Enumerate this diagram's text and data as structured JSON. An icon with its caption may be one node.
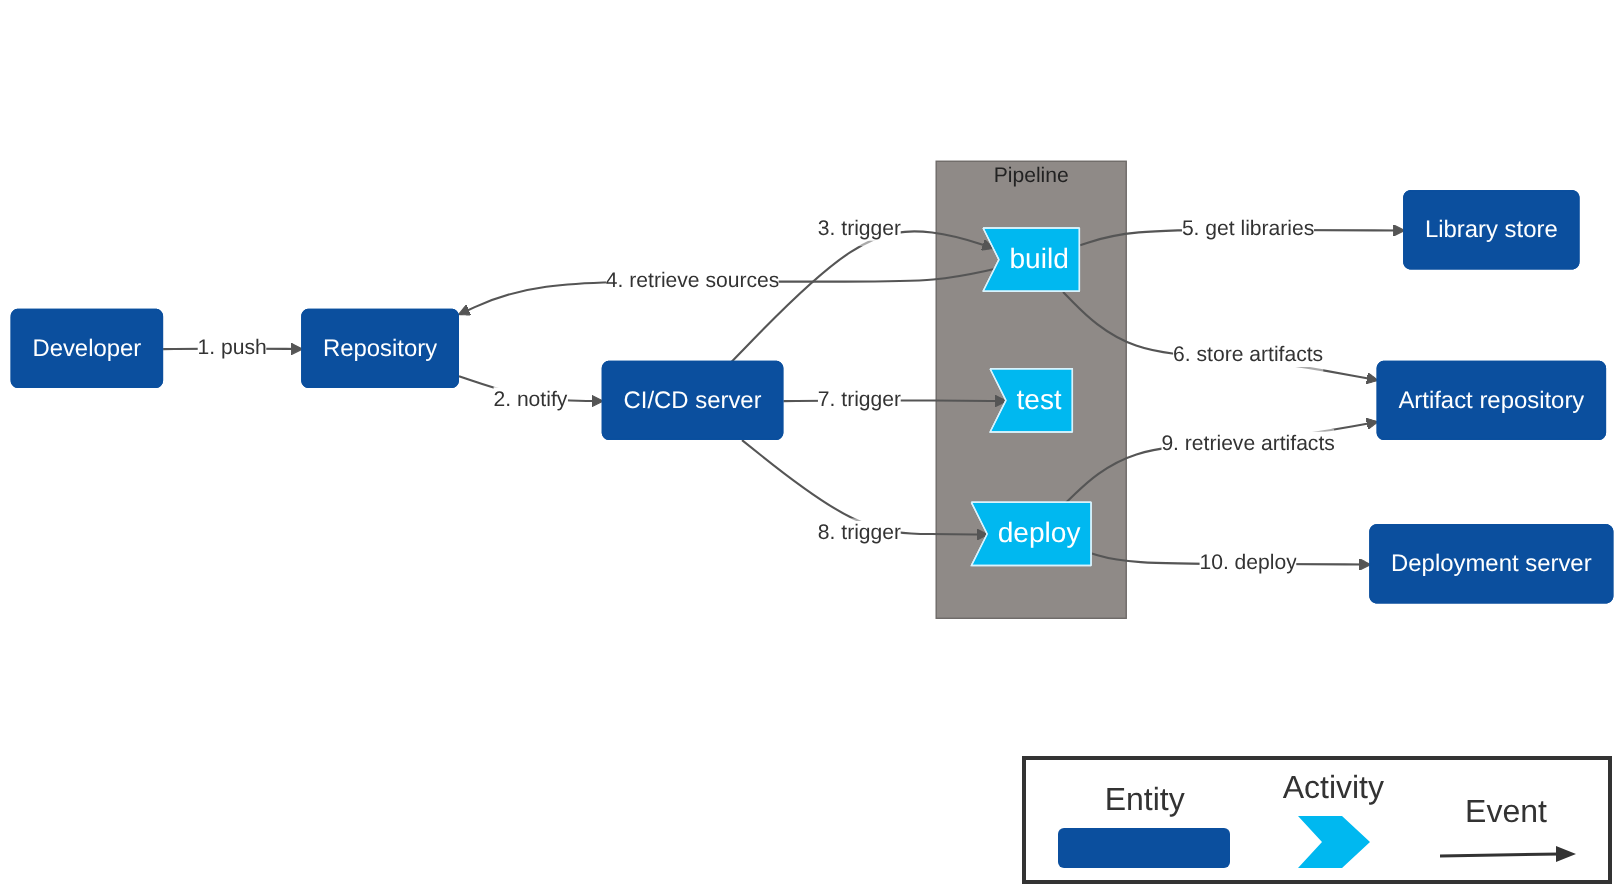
{
  "diagram": {
    "nodes": [
      {
        "text": [
          "Developer"
        ]
      },
      {
        "text": [
          "Repository"
        ]
      },
      {
        "text": [
          "CI/CD server"
        ]
      },
      {
        "text": [
          "Pipeline"
        ]
      },
      {
        "text": [
          "build"
        ],
        "in": 3
      },
      {
        "text": [
          "test"
        ],
        "in": 3
      },
      {
        "text": [
          "deploy"
        ],
        "in": 3
      },
      {
        "text": [
          "Library store"
        ]
      },
      {
        "text": [
          "Artifact repository"
        ]
      },
      {
        "text": [
          "Deployment server"
        ]
      }
    ],
    "edges": [
      {
        "from": 0,
        "to": 1,
        "arrow": "to",
        "label": "1. push"
      },
      {
        "from": 1,
        "to": 2,
        "arrow": "to",
        "label": "2. notify"
      },
      {
        "from": 2,
        "to": 4,
        "arrow": "to",
        "label": "3. trigger"
      },
      {
        "from": 4,
        "to": 1,
        "arrow": "to",
        "label": "4. retrieve sources"
      },
      {
        "from": 4,
        "to": 7,
        "arrow": "to",
        "label": "5. get libraries"
      },
      {
        "from": 4,
        "to": 8,
        "arrow": "to",
        "label": "6. store artifacts"
      },
      {
        "from": 2,
        "to": 5,
        "arrow": "to",
        "label": "7. trigger"
      },
      {
        "from": 2,
        "to": 6,
        "arrow": "to",
        "label": "8. trigger"
      },
      {
        "from": 6,
        "to": 8,
        "arrow": "to",
        "label": "9. retrieve artifacts"
      },
      {
        "from": 6,
        "to": 9,
        "arrow": "to",
        "label": "10. deploy"
      }
    ],
    "legend": [
      {
        "text": "Entity",
        "color": "#0b4f9e"
      },
      {
        "text": "Activity"
      },
      {
        "text": "Event"
      }
    ]
  }
}
